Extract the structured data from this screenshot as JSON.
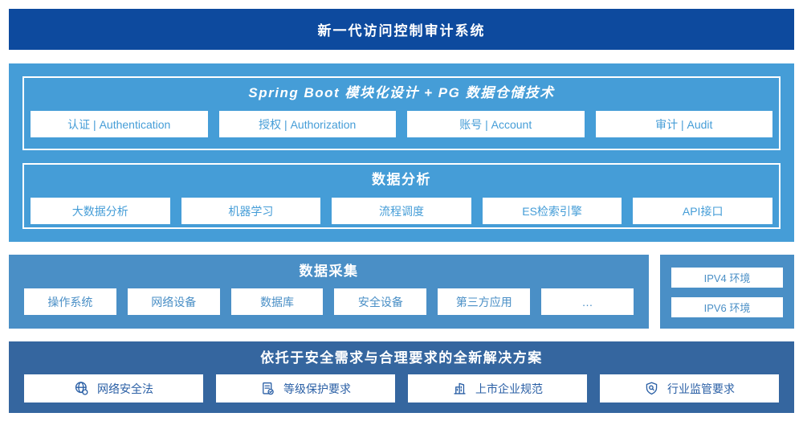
{
  "colors": {
    "banner_navy": "#0d4a9e",
    "platform_blue": "#459dd7",
    "collection_blue": "#4a8fc6",
    "solution_navy": "#35669f",
    "box_text_navy": "#2a5fa5",
    "white": "#ffffff"
  },
  "banner": {
    "title": "新一代访问控制审计系统"
  },
  "platform": {
    "title": "Spring Boot 模块化设计 + PG 数据仓储技术",
    "modules": [
      "认证 | Authentication",
      "授权 | Authorization",
      "账号 | Account",
      "审计 | Audit"
    ]
  },
  "analysis": {
    "title": "数据分析",
    "items": [
      "大数据分析",
      "机器学习",
      "流程调度",
      "ES检索引擎",
      "API接口"
    ]
  },
  "collection": {
    "title": "数据采集",
    "items": [
      "操作系统",
      "网络设备",
      "数据库",
      "安全设备",
      "第三方应用",
      "…"
    ]
  },
  "ipv": {
    "items": [
      "IPV4 环境",
      "IPV6 环境"
    ]
  },
  "solution": {
    "title": "依托于安全需求与合理要求的全新解决方案",
    "items": [
      {
        "icon": "globe-icon",
        "label": "网络安全法"
      },
      {
        "icon": "document-check-icon",
        "label": "等级保护要求"
      },
      {
        "icon": "building-icon",
        "label": "上市企业规范"
      },
      {
        "icon": "shield-search-icon",
        "label": "行业监管要求"
      }
    ]
  }
}
